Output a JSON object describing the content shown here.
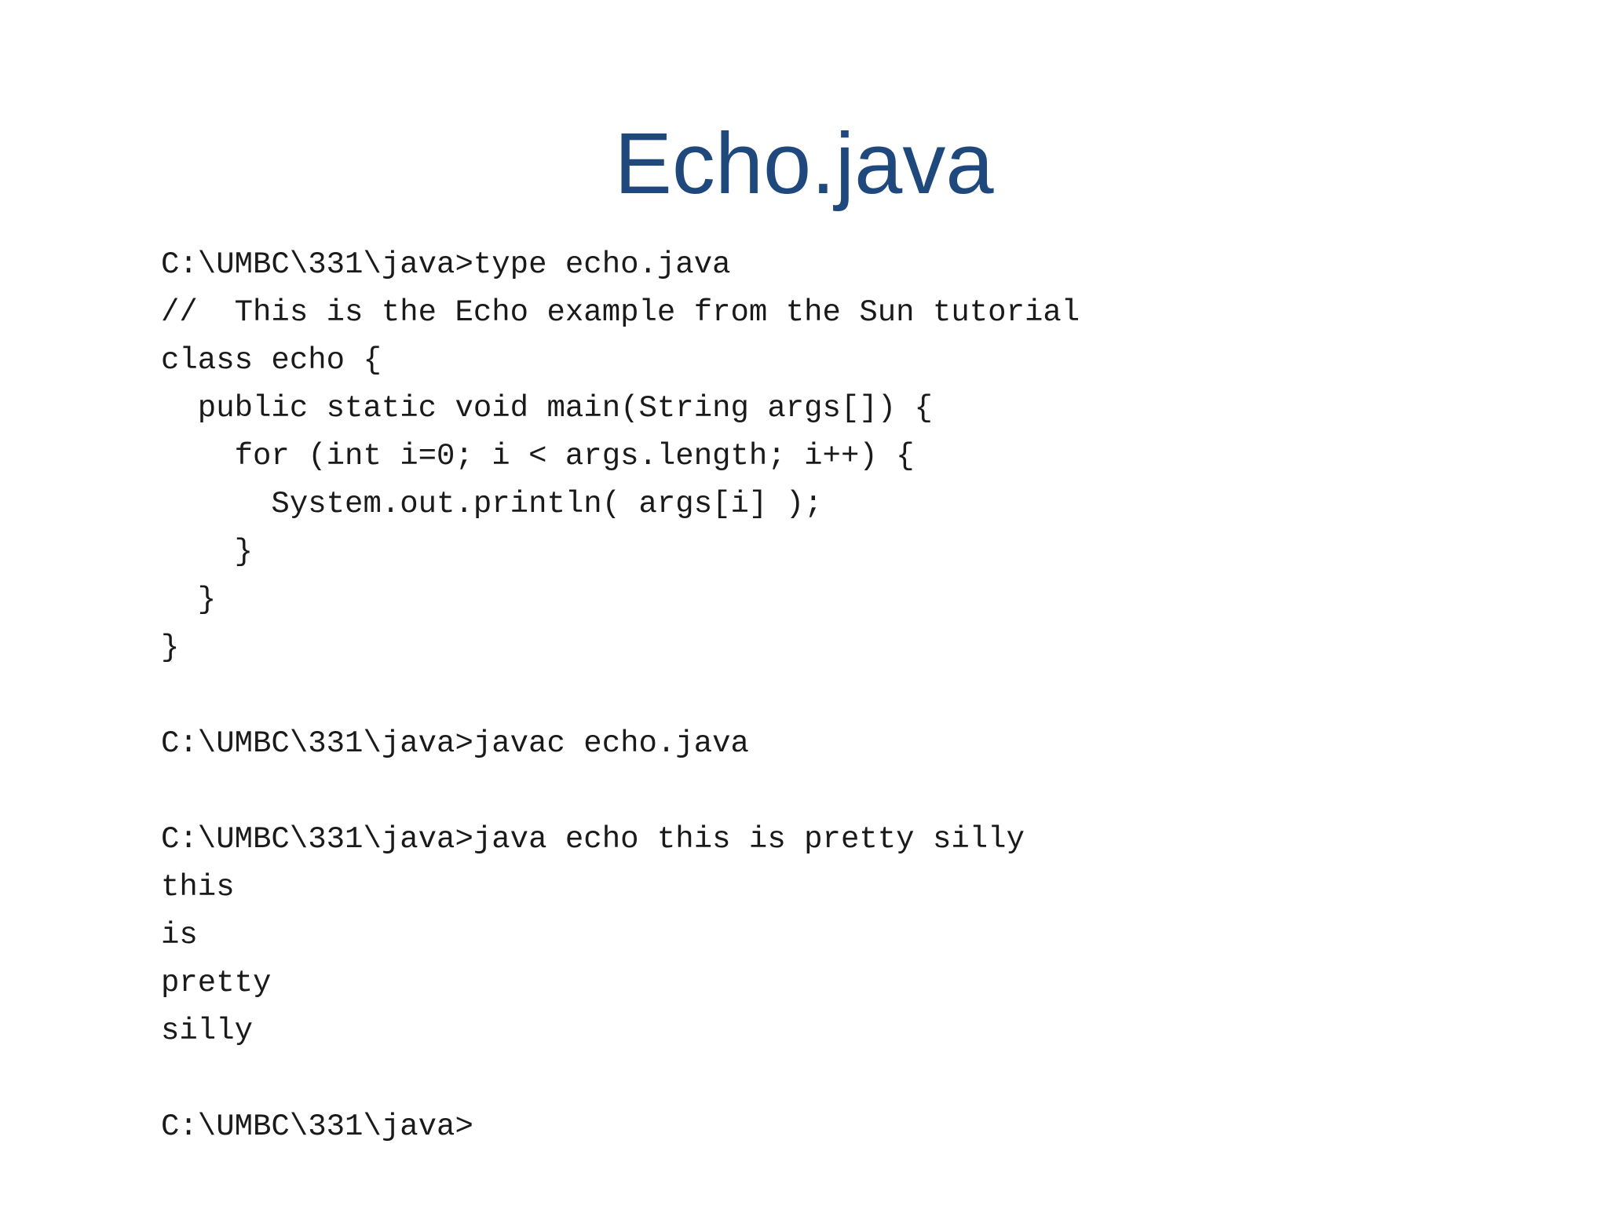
{
  "slide": {
    "title": "Echo.java",
    "title_color": "#1F497D",
    "background_color": "#ffffff",
    "code_text_color": "#1a1a1a"
  },
  "terminal": {
    "lines": [
      "C:\\UMBC\\331\\java>type echo.java",
      "//  This is the Echo example from the Sun tutorial",
      "class echo {",
      "  public static void main(String args[]) {",
      "    for (int i=0; i < args.length; i++) {",
      "      System.out.println( args[i] );",
      "    }",
      "  }",
      "}",
      "",
      "C:\\UMBC\\331\\java>javac echo.java",
      "",
      "C:\\UMBC\\331\\java>java echo this is pretty silly",
      "this",
      "is",
      "pretty",
      "silly",
      "",
      "C:\\UMBC\\331\\java>"
    ]
  }
}
